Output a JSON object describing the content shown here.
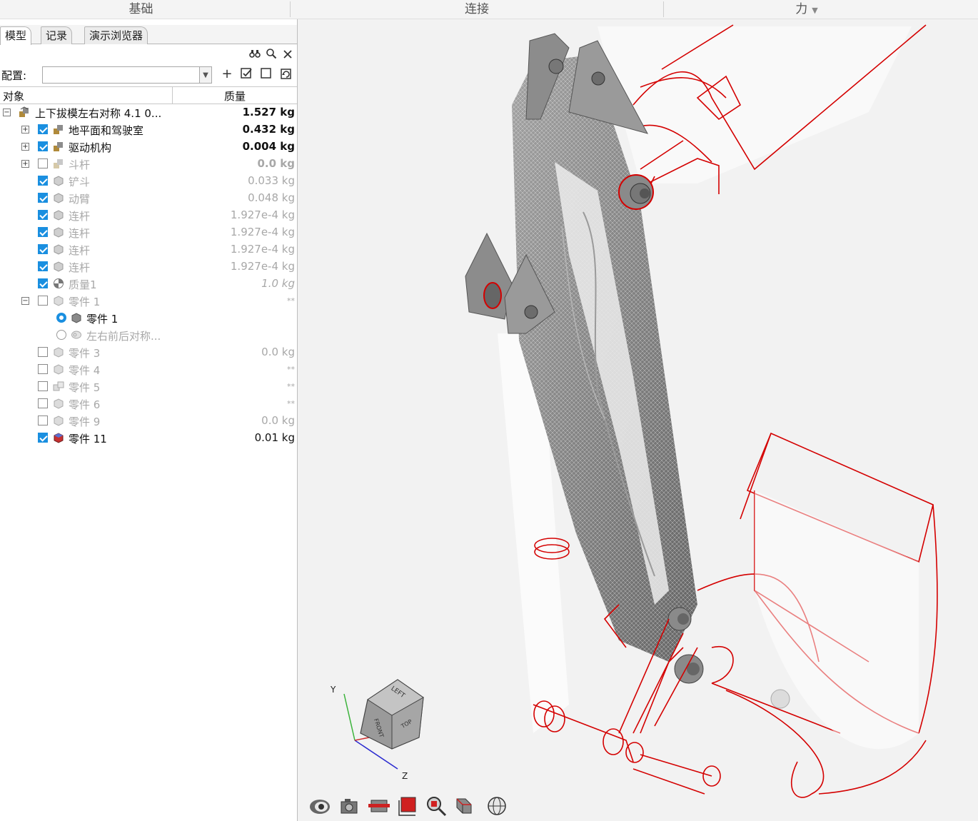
{
  "top_tabs": {
    "left": "基础",
    "center": "连接",
    "right": "力"
  },
  "panel_tabs": [
    "模型",
    "记录",
    "演示浏览器"
  ],
  "config": {
    "label": "配置:",
    "value": ""
  },
  "columns": {
    "object": "对象",
    "mass": "质量"
  },
  "tree": [
    {
      "name": "上下拔模左右对称 4.1 0...",
      "mass": "1.527 kg"
    },
    {
      "name": "地平面和驾驶室",
      "mass": "0.432 kg"
    },
    {
      "name": "驱动机构",
      "mass": "0.004 kg"
    },
    {
      "name": "斗杆",
      "mass": "0.0 kg"
    },
    {
      "name": "铲斗",
      "mass": "0.033 kg"
    },
    {
      "name": "动臂",
      "mass": "0.048 kg"
    },
    {
      "name": "连杆",
      "mass": "1.927e-4 kg"
    },
    {
      "name": "连杆",
      "mass": "1.927e-4 kg"
    },
    {
      "name": "连杆",
      "mass": "1.927e-4 kg"
    },
    {
      "name": "连杆",
      "mass": "1.927e-4 kg"
    },
    {
      "name": "质量1",
      "mass": "1.0 kg"
    },
    {
      "name": "零件 1",
      "mass": "**"
    },
    {
      "name": "零件 1",
      "mass": ""
    },
    {
      "name": "左右前后对称...",
      "mass": ""
    },
    {
      "name": "零件 3",
      "mass": "0.0 kg"
    },
    {
      "name": "零件 4",
      "mass": "**"
    },
    {
      "name": "零件 5",
      "mass": "**"
    },
    {
      "name": "零件 6",
      "mass": "**"
    },
    {
      "name": "零件 9",
      "mass": "0.0 kg"
    },
    {
      "name": "零件 11",
      "mass": "0.01 kg"
    }
  ],
  "triad": {
    "y_label": "Y",
    "z_label": "Z",
    "cube_faces": [
      "LEFT",
      "FRONT",
      "TOP"
    ]
  },
  "colors": {
    "accent": "#1a8fe0",
    "wire_red": "#d40000",
    "part_gray": "#777777"
  },
  "view_tools": [
    "eye-icon",
    "camera-icon",
    "section-icon",
    "box-icon",
    "zoom-icon",
    "3d-view-icon",
    "globe-icon"
  ]
}
